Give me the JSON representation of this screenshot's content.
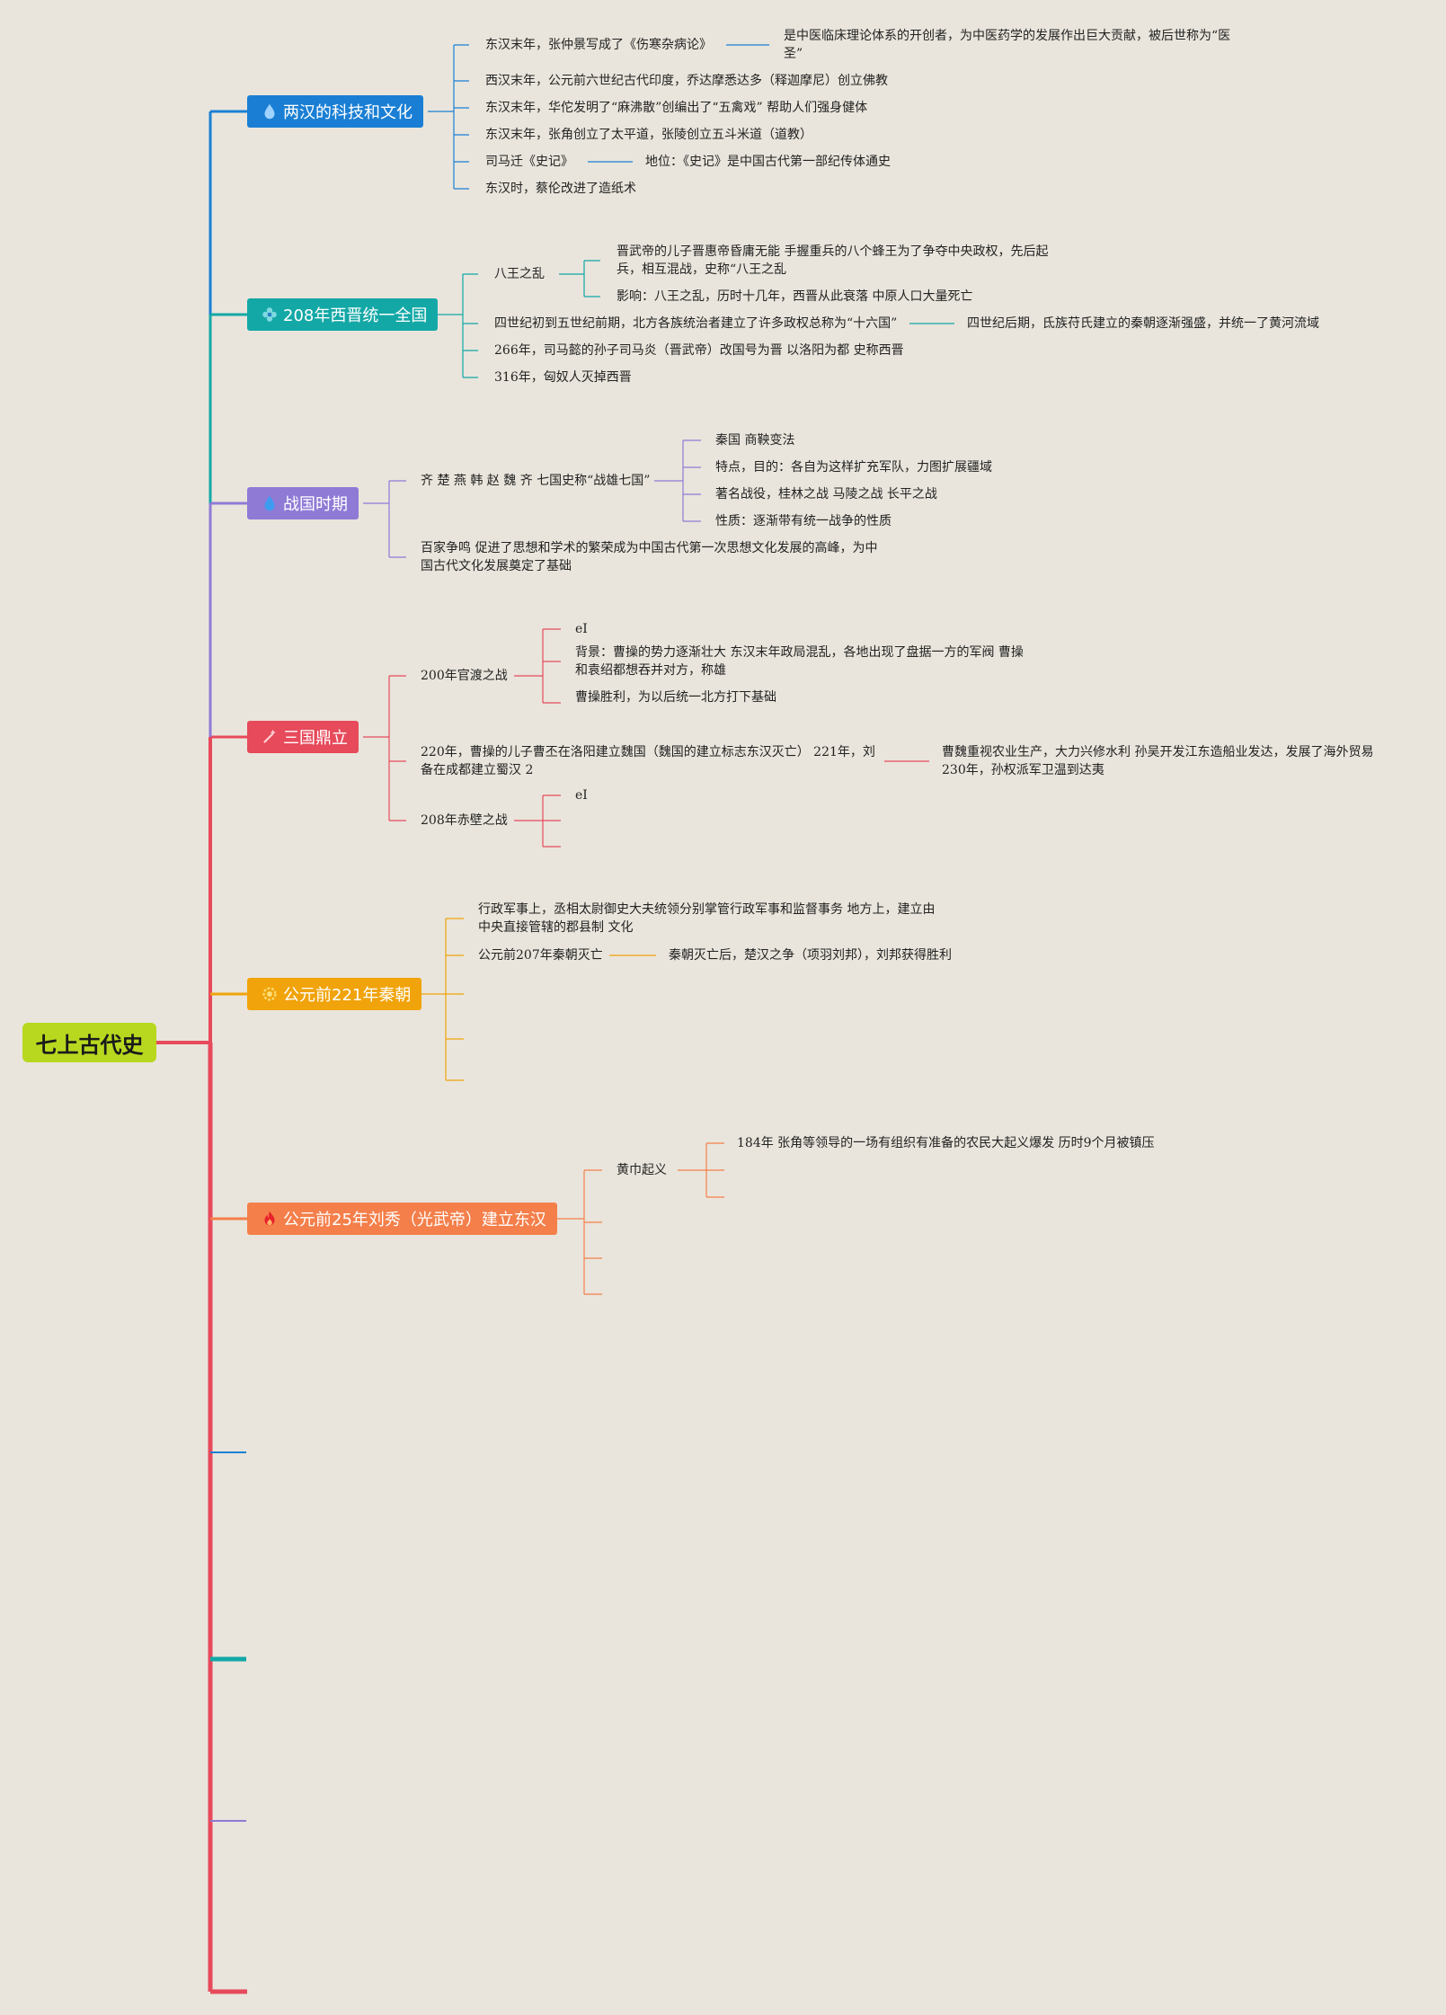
{
  "root": {
    "title": "七上古代史"
  },
  "icons": {
    "han_culture": "water-drop-icon",
    "jin": "flower-icon",
    "warring": "water-drop-icon",
    "three": "sparkle-icon",
    "qin": "gear-sun-icon",
    "donghan": "flame-icon"
  },
  "colors": {
    "root": "#b7d81f",
    "han_culture": "#1a7fd4",
    "jin": "#13a8a6",
    "warring": "#8f7ad6",
    "three": "#e64a5b",
    "qin": "#f0a30a",
    "donghan": "#f47f4a"
  },
  "topics": {
    "han_culture": {
      "label": "两汉的科技和文化",
      "items": [
        "东汉末年，张仲景写成了《伤寒杂病论》",
        "是中医临床理论体系的开创者，为中医药学的发展作出巨大贡献，被后世称为“医圣”",
        "西汉末年，公元前六世纪古代印度，乔达摩悉达多（释迦摩尼）创立佛教",
        "东汉末年，华佗发明了“麻沸散”创编出了“五禽戏” 帮助人们强身健体",
        "东汉末年，张角创立了太平道，张陵创立五斗米道（道教）",
        "司马迁《史记》",
        "地位：《史记》是中国古代第一部纪传体通史",
        "东汉时，蔡伦改进了造纸术"
      ]
    },
    "jin": {
      "label": "208年西晋统一全国",
      "items": [
        "八王之乱",
        "晋武帝的儿子晋惠帝昏庸无能 手握重兵的八个蜂王为了争夺中央政权，先后起兵，相互混战，史称“八王之乱",
        "影响：八王之乱，历时十几年，西晋从此衰落 中原人口大量死亡",
        "四世纪初到五世纪前期，北方各族统治者建立了许多政权总称为“十六国”",
        "四世纪后期，氐族苻氏建立的秦朝逐渐强盛，并统一了黄河流域",
        "266年，司马懿的孙子司马炎（晋武帝）改国号为晋 以洛阳为都 史称西晋",
        "316年，匈奴人灭掉西晋"
      ]
    },
    "warring": {
      "label": "战国时期",
      "items": [
        "齐 楚 燕 韩 赵 魏 齐 七国史称“战雄七国”",
        "秦国 商鞅变法",
        "特点，目的：各自为这样扩充军队，力图扩展疆域",
        "著名战役，桂林之战 马陵之战 长平之战",
        "性质：逐渐带有统一战争的性质",
        "百家争鸣 促进了思想和学术的繁荣成为中国古代第一次思想文化发展的高峰，为中国古代文化发展奠定了基础"
      ]
    },
    "three": {
      "label": "三国鼎立",
      "items": [
        "200年官渡之战",
        "eI",
        "背景：曹操的势力逐渐壮大 东汉末年政局混乱，各地出现了盘据一方的军阀 曹操和袁绍都想吞并对方，称雄",
        "曹操胜利，为以后统一北方打下基础",
        "220年，曹操的儿子曹丕在洛阳建立魏国（魏国的建立标志东汉灭亡） 221年，刘备在成都建立蜀汉 2",
        "曹魏重视农业生产，大力兴修水利 孙吴开发江东造船业发达，发展了海外贸易 230年，孙权派军卫温到达夷",
        "208年赤壁之战",
        "eI"
      ]
    },
    "qin": {
      "label": "公元前221年秦朝",
      "items": [
        "行政军事上，丞相太尉御史大夫统领分别掌管行政军事和监督事务 地方上，建立由中央直接管辖的郡县制 文化",
        "公元前207年秦朝灭亡",
        "秦朝灭亡后，楚汉之争（项羽刘邦），刘邦获得胜利"
      ]
    },
    "donghan": {
      "label": "公元前25年刘秀（光武帝）建立东汉",
      "items": [
        "黄巾起义",
        "184年 张角等领导的一场有组织有准备的农民大起义爆发 历时9个月被镇压"
      ]
    }
  }
}
